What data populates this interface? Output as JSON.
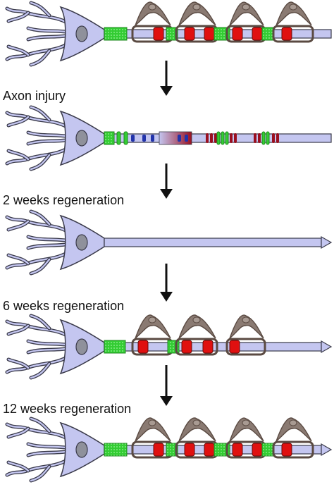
{
  "stages": [
    {
      "id": "intact",
      "label": ""
    },
    {
      "id": "injury",
      "label": "Axon injury"
    },
    {
      "id": "week2",
      "label": "2 weeks regeneration"
    },
    {
      "id": "week6",
      "label": "6 weeks regeneration"
    },
    {
      "id": "week12",
      "label": "12 weeks regeneration"
    }
  ],
  "colors": {
    "neuron_fill": "#c4c6f0",
    "neuron_stroke": "#3a3a4a",
    "nucleus": "#8f919b",
    "node_green": "#33cc33",
    "node_green_dark": "#1f8a1f",
    "channel_red": "#e01010",
    "channel_dark_red": "#9a1020",
    "channel_blue": "#2233aa",
    "schwann_brown": "#8a7a72",
    "schwann_dark": "#5a4a42",
    "arrow": "#111111"
  },
  "icons": [
    "neuron-cell-body-icon",
    "axon-icon",
    "schwann-cell-icon",
    "down-arrow-icon",
    "growth-cone-tip-icon"
  ]
}
